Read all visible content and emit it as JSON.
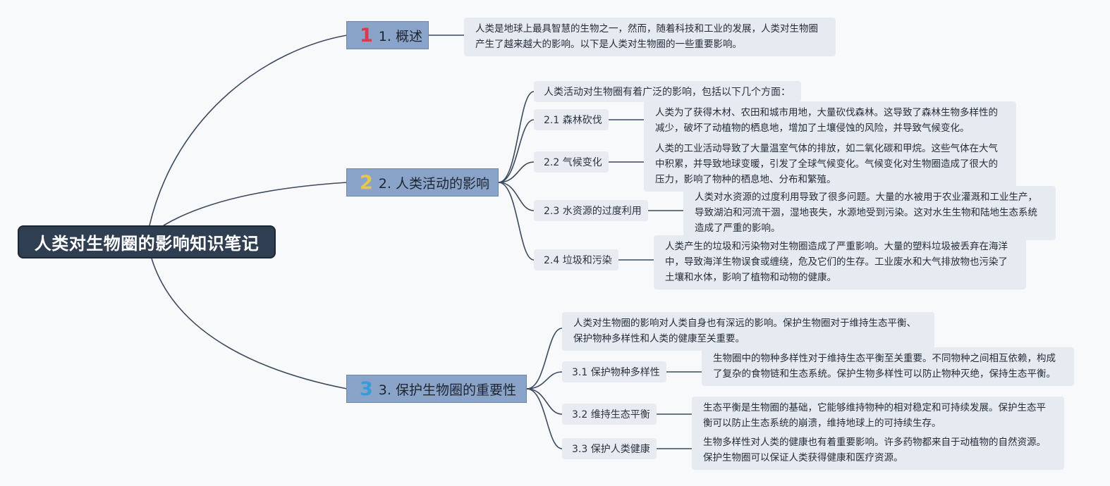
{
  "root": {
    "title": "人类对生物圈的影响知识笔记"
  },
  "colors": {
    "link": "#3c4a5e",
    "num1": "#d83a4e",
    "num2": "#e7c64c",
    "num3": "#3b9ad9"
  },
  "sections": [
    {
      "num": "1",
      "title": "1. 概述",
      "note": "人类是地球上最具智慧的生物之一，然而，随着科技和工业的发展，人类对生物圈产生了越来越大的影响。以下是人类对生物圈的一些重要影响。"
    },
    {
      "num": "2",
      "title": "2. 人类活动的影响",
      "intro": "人类活动对生物圈有着广泛的影响，包括以下几个方面：",
      "items": [
        {
          "label": "2.1 森林砍伐",
          "text": "人类为了获得木材、农田和城市用地，大量砍伐森林。这导致了森林生物多样性的减少，破坏了动植物的栖息地，增加了土壤侵蚀的风险，并导致气候变化。"
        },
        {
          "label": "2.2 气候变化",
          "text": "人类的工业活动导致了大量温室气体的排放，如二氧化碳和甲烷。这些气体在大气中积累，并导致地球变暖，引发了全球气候变化。气候变化对生物圈造成了很大的压力，影响了物种的栖息地、分布和繁殖。"
        },
        {
          "label": "2.3 水资源的过度利用",
          "text": "人类对水资源的过度利用导致了很多问题。大量的水被用于农业灌溉和工业生产，导致湖泊和河流干涸，湿地丧失，水源地受到污染。这对水生生物和陆地生态系统造成了严重的影响。"
        },
        {
          "label": "2.4 垃圾和污染",
          "text": "人类产生的垃圾和污染物对生物圈造成了严重影响。大量的塑料垃圾被丢弃在海洋中，导致海洋生物误食或缠绕，危及它们的生存。工业废水和大气排放物也污染了土壤和水体，影响了植物和动物的健康。"
        }
      ]
    },
    {
      "num": "3",
      "title": "3. 保护生物圈的重要性",
      "intro": "人类对生物圈的影响对人类自身也有深远的影响。保护生物圈对于维持生态平衡、保护物种多样性和人类的健康至关重要。",
      "items": [
        {
          "label": "3.1 保护物种多样性",
          "text": "生物圈中的物种多样性对于维持生态平衡至关重要。不同物种之间相互依赖，构成了复杂的食物链和生态系统。保护生物多样性可以防止物种灭绝，保持生态平衡。"
        },
        {
          "label": "3.2 维持生态平衡",
          "text": "生态平衡是生物圈的基础，它能够维持物种的相对稳定和可持续发展。保护生态平衡可以防止生态系统的崩溃，维持地球上的可持续生存。"
        },
        {
          "label": "3.3 保护人类健康",
          "text": "生物多样性对人类的健康也有着重要影响。许多药物都来自于动植物的自然资源。保护生物圈可以保证人类获得健康和医疗资源。"
        }
      ]
    }
  ]
}
